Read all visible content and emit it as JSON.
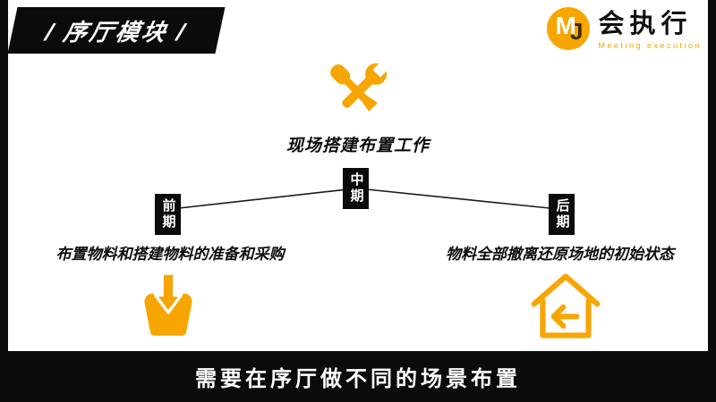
{
  "colors": {
    "accent": "#F7A500",
    "frame": "#0b0b0b",
    "background": "#ffffff"
  },
  "banner": {
    "label": "/ 序厅模块 /"
  },
  "logo": {
    "monogram_m": "M",
    "monogram_j": "J",
    "brand": "会执行",
    "tagline": "Meeting execution"
  },
  "stage": {
    "title": "现场搭建布置工作",
    "nodes": {
      "early": {
        "label": "前期",
        "desc": "布置物料和搭建物料的准备和采购"
      },
      "mid": {
        "label": "中期"
      },
      "late": {
        "label": "后期",
        "desc": "物料全部撤离还原场地的初始状态"
      }
    }
  },
  "icons": {
    "tools": "crossed-wrench-screwdriver",
    "basket": "basket-with-down-arrow",
    "house": "house-with-left-arrow"
  },
  "footer": {
    "caption": "需要在序厅做不同的场景布置"
  }
}
